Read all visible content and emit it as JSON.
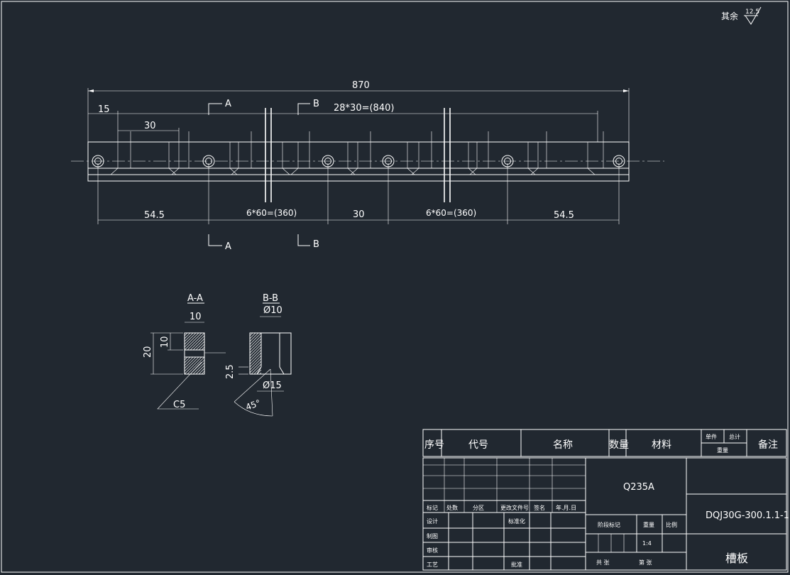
{
  "roughness": {
    "label": "其余",
    "value": "12.5"
  },
  "main_view": {
    "overall": "870",
    "left_offset": "15",
    "pitch": "30",
    "slot_pattern": "28*30=(840)",
    "bottom_left": "54.5",
    "bottom_group_1": "6*60=(360)",
    "bottom_middle": "30",
    "bottom_group_2": "6*60=(360)",
    "bottom_right": "54.5",
    "section_a": "A",
    "section_b": "B"
  },
  "section_aa": {
    "title": "A-A",
    "width": "10",
    "height": "20",
    "inner": "10",
    "chamfer": "C5"
  },
  "section_bb": {
    "title": "B-B",
    "hole_dia": "Ø10",
    "depth": "2.5",
    "countersink": "Ø15",
    "angle": "45°"
  },
  "title_block": {
    "headers": {
      "seq": "序号",
      "code": "代号",
      "name": "名称",
      "qty": "数量",
      "material": "材料",
      "single": "单件",
      "total": "总计",
      "weight": "重量",
      "remark": "备注"
    },
    "material_value": "Q235A",
    "drawing_number": "DQJ30G-300.1.1-1",
    "part_name": "槽板",
    "rev_row": [
      "标记",
      "处数",
      "分区",
      "更改文件号",
      "签名",
      "年.月.日"
    ],
    "left_labels": [
      "设计",
      "制图",
      "审核",
      "工艺"
    ],
    "standardize": "标准化",
    "approve": "批准",
    "stage": "阶段标记",
    "weight_label": "重量",
    "scale_label": "比例",
    "scale_value": "1:4",
    "sheets_total": "共 张",
    "sheet_no": "第 张"
  }
}
